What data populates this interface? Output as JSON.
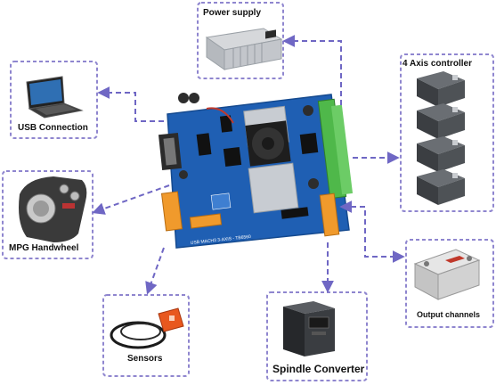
{
  "labels": {
    "power_supply": "Power supply",
    "axis_controller": "4 Axis controller",
    "usb_connection": "USB Connection",
    "mpg_handwheel": "MPG Handwheel",
    "sensors": "Sensors",
    "spindle_converter": "Spindle Converter",
    "output_channels": "Output channels",
    "board_silkscreen": "USB MACH3 3-AXIS - TB6560"
  },
  "colors": {
    "box_border": "#8f86cf",
    "connector": "#6f67c4",
    "board_blue": "#1f5fb3",
    "terminal_green": "#4fb84a",
    "terminal_orange": "#f09a2c",
    "heatsink": "#c8ccd2"
  },
  "icons": {
    "motor": "stepper-motor-icon",
    "laptop": "laptop-icon",
    "psu": "power-supply-unit-icon",
    "handwheel": "mpg-handwheel-icon",
    "sensor": "proximity-sensor-icon",
    "inverter": "spindle-inverter-icon",
    "relay": "solid-state-relay-icon",
    "board": "controller-board-icon"
  }
}
